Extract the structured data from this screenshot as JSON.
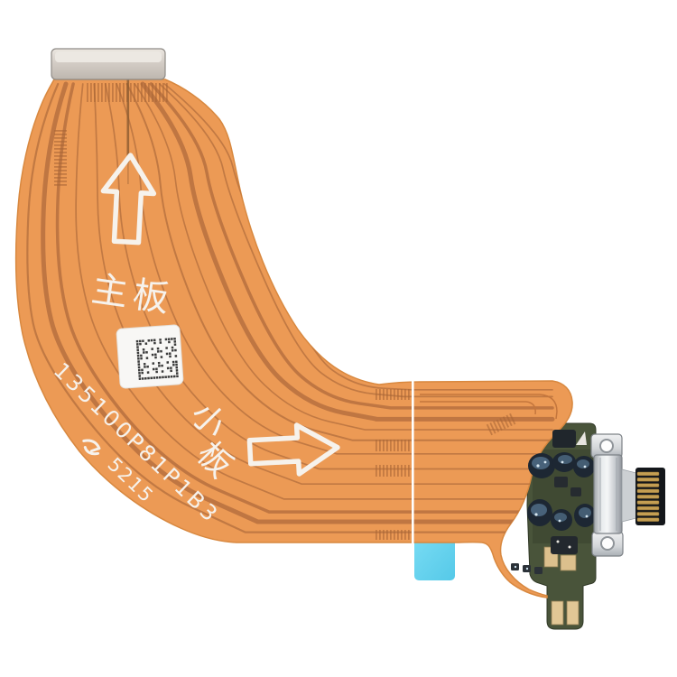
{
  "scene": {
    "description": "Charging port flex cable product photo on white background",
    "background": "#ffffff"
  },
  "markings": {
    "main_board_label": "主板",
    "small_board_label": "小板",
    "small_board_chars": [
      "小",
      "板"
    ],
    "part_number": "135100P81P1B3",
    "batch_code": "5215"
  },
  "colors": {
    "background": "#ffffff",
    "flex_orange": "#ec9a55",
    "flex_edge": "#d8883f",
    "trace_brown": "#b7703f",
    "trace_thick": "#b06a3c",
    "hatch_brown": "#a96636",
    "marking_white": "#f6f2ec",
    "connector_gray_light": "#e9e4de",
    "connector_gray": "#c9c2ba",
    "tape_blue": "#67d5f1",
    "pcb_green": "#49543a",
    "pcb_green_dark": "#39422e",
    "solder_dark": "#1d2733",
    "solder_highlight": "#6b93b4",
    "gold": "#c49e52",
    "pad_tan": "#dcc08d",
    "silver_light": "#f2f3f4",
    "silver": "#c6cacd",
    "silver_dark": "#8e9399",
    "qr_dark": "#3b3b3b",
    "white_line": "#ffffff"
  }
}
